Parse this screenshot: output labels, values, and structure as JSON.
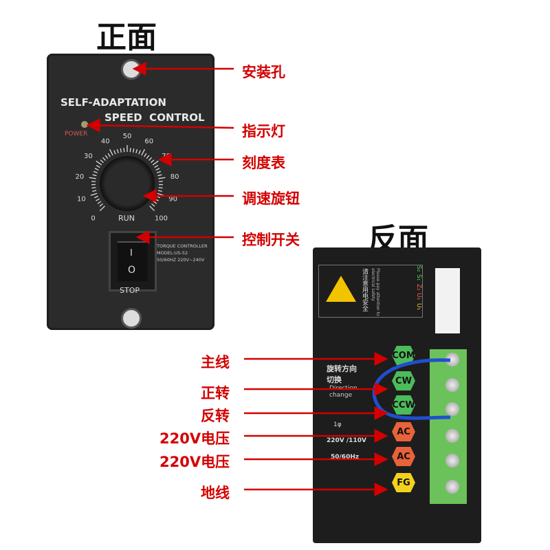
{
  "front": {
    "title": "正面",
    "line1": "SELF-ADAPTATION",
    "line2": "SPEED  CONTROL",
    "power": "POWER",
    "dial_labels": [
      "0",
      "10",
      "20",
      "30",
      "40",
      "50",
      "60",
      "70",
      "80",
      "90",
      "100"
    ],
    "run": "RUN",
    "stop": "STOP",
    "switch_on": "I",
    "switch_off": "O",
    "info": [
      "TORQUE CONTROLLER",
      "MODEL:US-52",
      "50/60HZ 220V~240V"
    ]
  },
  "front_labels": [
    "安装孔",
    "指示灯",
    "刻度表",
    "调速旋钮",
    "控制开关"
  ],
  "back": {
    "title": "反面",
    "warning_cn": "请注意用电安全",
    "warning_en": "Please pay attention to electrical safety",
    "connector_pins": [
      "U₁",
      "U₂",
      "Z₂",
      "S₁",
      "S₂"
    ],
    "direction_cn": "旋转方向切换",
    "direction_en": "Direction change",
    "power_lines": [
      "1φ",
      "220V /110V",
      "50/60Hz"
    ],
    "terminals": [
      {
        "label": "COM",
        "color": "#4cbb5a"
      },
      {
        "label": "CW",
        "color": "#4cbb5a"
      },
      {
        "label": "CCW",
        "color": "#4cbb5a"
      },
      {
        "label": "AC",
        "color": "#e8623a"
      },
      {
        "label": "AC",
        "color": "#e8623a"
      },
      {
        "label": "FG",
        "color": "#f2d21e"
      }
    ]
  },
  "back_labels": [
    "主线",
    "正转",
    "反转",
    "220V电压",
    "220V电压",
    "地线"
  ],
  "colors": {
    "annotation": "#d40000",
    "wire": "#1f4fd0",
    "terminal_block": "#6cc25a"
  }
}
